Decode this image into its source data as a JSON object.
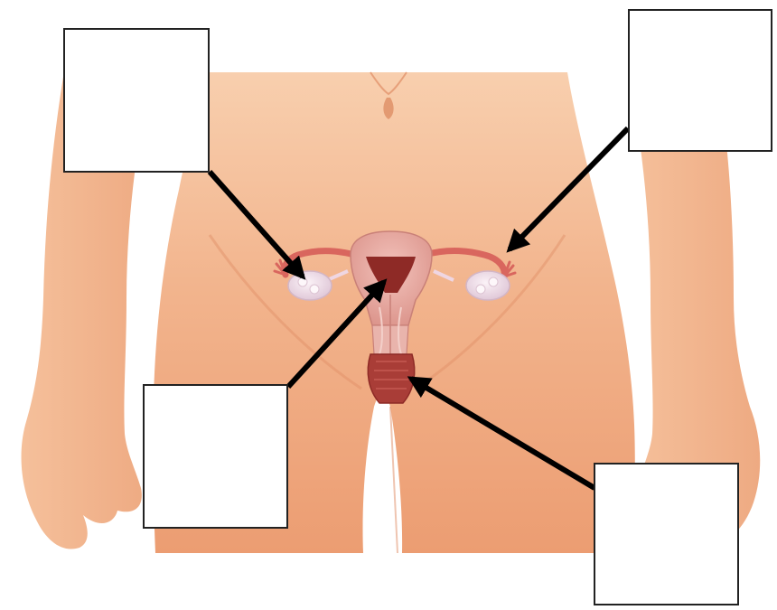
{
  "diagram": {
    "colors": {
      "skin_light": "#f6c7a3",
      "skin_mid": "#eea47d",
      "skin_shadow": "#e08d66",
      "uterus_outer": "#e7a9a1",
      "uterus_inner": "#8e2a26",
      "ovary": "#f1e2ec",
      "tube": "#d9665e",
      "arrow": "#000000",
      "box_border": "#222222"
    },
    "labels": [
      {
        "id": "top-left",
        "text": ""
      },
      {
        "id": "top-right",
        "text": ""
      },
      {
        "id": "bottom-left",
        "text": ""
      },
      {
        "id": "bottom-right",
        "text": ""
      }
    ]
  }
}
